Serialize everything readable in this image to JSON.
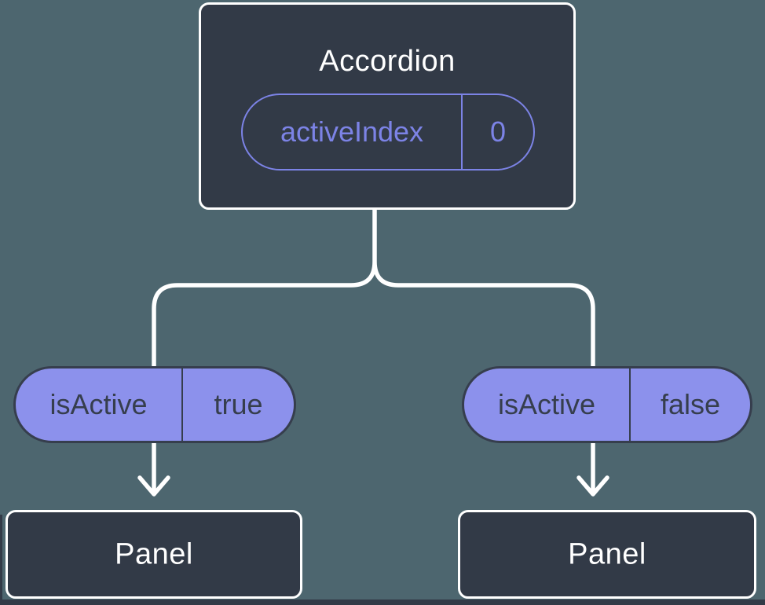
{
  "colors": {
    "background": "#4D666F",
    "node_fill": "#323A47",
    "node_border": "#FFFFFF",
    "pill_fill": "#8C91EC",
    "pill_dark": "#363E4D",
    "accent_purple": "#7C83E6",
    "connector": "#FFFFFF"
  },
  "tree": {
    "root": {
      "title": "Accordion",
      "prop_name": "activeIndex",
      "prop_value": "0"
    },
    "left_child": {
      "prop_name": "isActive",
      "prop_value": "true",
      "panel_title": "Panel"
    },
    "right_child": {
      "prop_name": "isActive",
      "prop_value": "false",
      "panel_title": "Panel"
    }
  }
}
